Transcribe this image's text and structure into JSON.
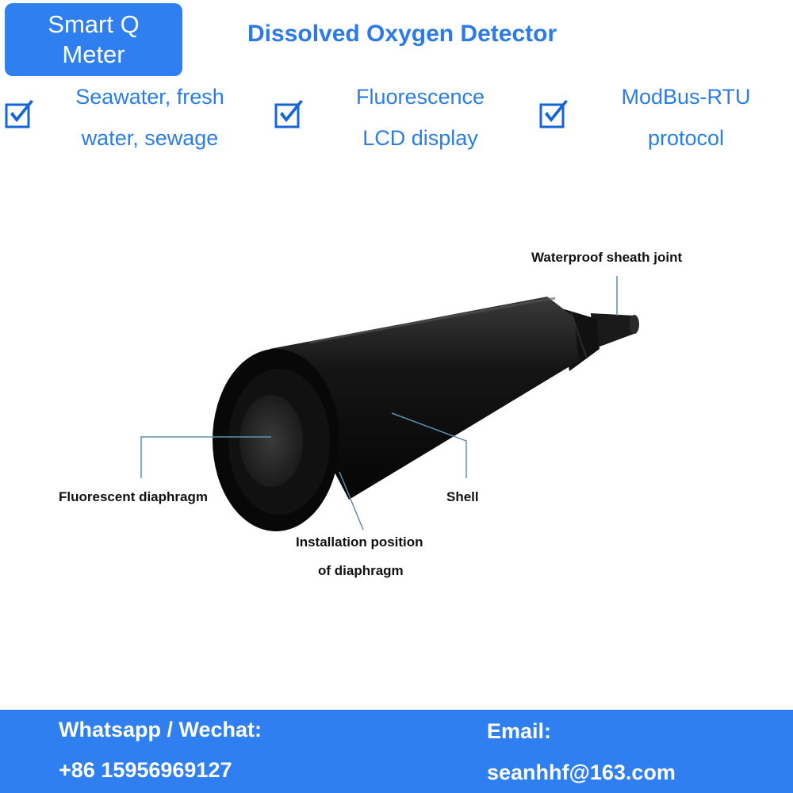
{
  "brand": {
    "line1": "Smart Q",
    "line2": "Meter"
  },
  "title": "Dissolved Oxygen Detector",
  "features": [
    {
      "icon": "checkbox-checked-icon",
      "line1": "Seawater, fresh",
      "line2": "water, sewage"
    },
    {
      "icon": "checkbox-checked-icon",
      "line1": "Fluorescence",
      "line2": "LCD display"
    },
    {
      "icon": "checkbox-checked-icon",
      "line1": "ModBus-RTU",
      "line2": "protocol"
    }
  ],
  "callouts": {
    "sheath_joint": "Waterproof sheath joint",
    "diaphragm": "Fluorescent diaphragm",
    "install_line1": "Installation position",
    "install_line2": "of diaphragm",
    "shell": "Shell"
  },
  "contact": {
    "whatsapp_label": "Whatsapp / Wechat:",
    "phone": "+86 15956969127",
    "email_label": "Email:",
    "email": "seanhhf@163.com"
  },
  "colors": {
    "accent": "#2f7ff0",
    "text_blue": "#2a7de6",
    "check_blue": "#1565d8"
  }
}
